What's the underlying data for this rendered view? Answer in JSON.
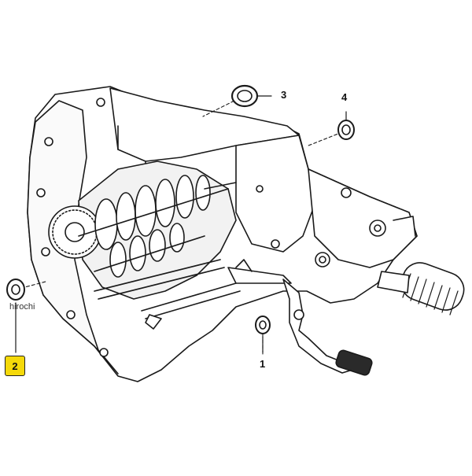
{
  "diagram": {
    "watermark": "hirochi",
    "callouts": [
      {
        "number": "1",
        "part": "seal"
      },
      {
        "number": "2",
        "part": "seal",
        "highlighted": true
      },
      {
        "number": "3",
        "part": "seal"
      },
      {
        "number": "4",
        "part": "seal"
      }
    ],
    "colors": {
      "line": "#1a1a1a",
      "paper": "#ffffff",
      "highlight": "#f5d90a"
    }
  }
}
